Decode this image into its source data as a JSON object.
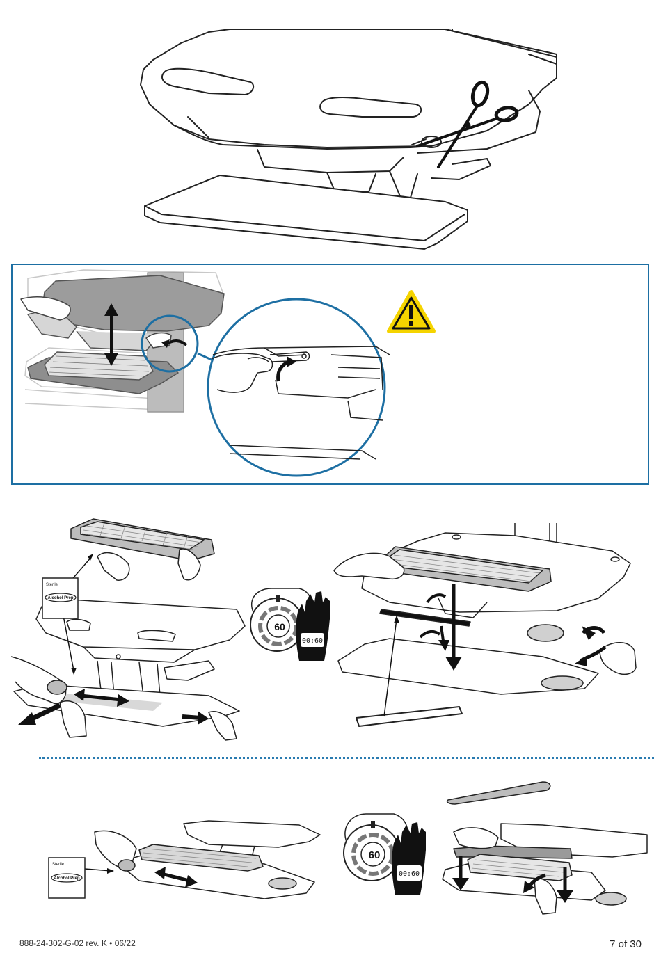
{
  "packets": {
    "sterile_label": "Sterile",
    "product_label": "Alcohol Prep"
  },
  "timers": {
    "seconds": "60",
    "display_readout": "00:60"
  },
  "footer": {
    "doc_number": "888-24-302-G-02 rev. K • 06/22",
    "page": "7 of 30"
  },
  "colors": {
    "accent_blue": "#1d6fa3",
    "warning_yellow": "#f5d400",
    "line_dark": "#222222"
  }
}
